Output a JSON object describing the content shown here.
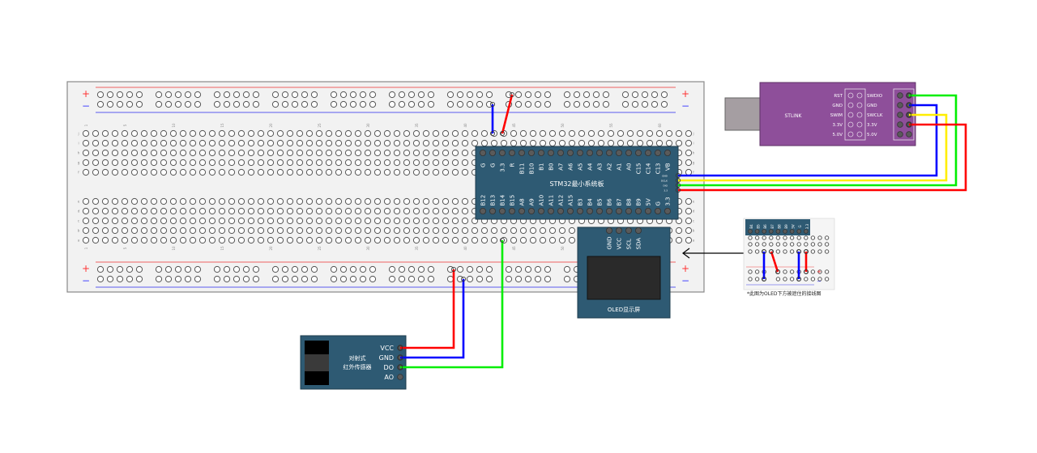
{
  "breadboard": {
    "plus_label": "+",
    "minus_label": "−",
    "column_numbers": [
      "1",
      "5",
      "10",
      "15",
      "20",
      "25",
      "30",
      "35",
      "40",
      "45",
      "50",
      "55",
      "60"
    ],
    "row_labels_top": [
      "j",
      "i",
      "h",
      "g",
      "f"
    ],
    "row_labels_bottom": [
      "e",
      "d",
      "c",
      "b",
      "a"
    ],
    "columns": 63
  },
  "stm32": {
    "title": "STM32最小系统板",
    "top_pins": [
      "G",
      "G",
      "3.3",
      "R",
      "B11",
      "B10",
      "B1",
      "B0",
      "A7",
      "A6",
      "A5",
      "A4",
      "A3",
      "A2",
      "A1",
      "A0",
      "C15",
      "C14",
      "C13",
      "VB"
    ],
    "bottom_pins": [
      "B12",
      "B13",
      "B14",
      "B15",
      "A8",
      "A9",
      "A10",
      "A11",
      "A12",
      "A15",
      "B3",
      "B4",
      "B5",
      "B6",
      "B7",
      "B8",
      "B9",
      "5V",
      "G",
      "3.3"
    ],
    "swd_pins": [
      "GND",
      "DCLK",
      "DIO",
      "3.3"
    ],
    "color": "#2e5a73"
  },
  "stlink": {
    "title": "STLINK",
    "left_labels": [
      "RST",
      "GND",
      "SWIM",
      "3.3V",
      "5.0V"
    ],
    "right_labels": [
      "SWDIO",
      "GND",
      "SWCLK",
      "3.3V",
      "5.0V"
    ],
    "color": "#8e4f9a"
  },
  "oled": {
    "title": "OLED显示屏",
    "pins": [
      "GND",
      "VCC",
      "SCL",
      "SDA"
    ]
  },
  "sensor": {
    "title_line1": "对射式",
    "title_line2": "红外传感器",
    "pins": [
      "VCC",
      "GND",
      "DO",
      "AO"
    ]
  },
  "inset": {
    "pins": [
      "B4",
      "B5",
      "B6",
      "B7",
      "B8",
      "B9",
      "5V",
      "G",
      "3.3"
    ],
    "caption": "*此图为OLED下方被遮住的接线图"
  },
  "wire_colors": {
    "red": "#ff0000",
    "blue": "#0000ff",
    "green": "#00ee00",
    "yellow": "#ffee00"
  }
}
